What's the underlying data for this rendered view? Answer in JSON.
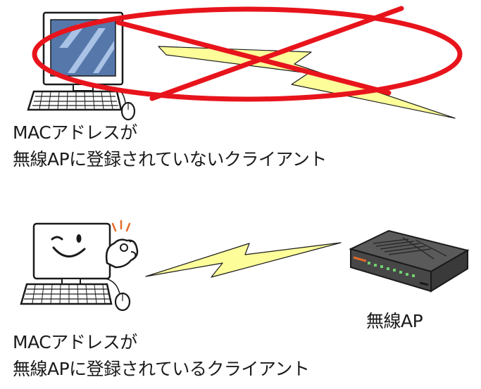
{
  "top_client": {
    "line1": "MACアドレスが",
    "line2": "無線APに登録されていないクライアント"
  },
  "bottom_client": {
    "line1": "MACアドレスが",
    "line2": "無線APに登録されているクライアント"
  },
  "access_point": {
    "label": "無線AP"
  },
  "colors": {
    "lightning": "#fdfd9a",
    "deny_mark": "#e8141c",
    "monitor_screen": "#5577aa",
    "outline": "#1a1a1a",
    "router_body": "#555555",
    "router_leds": "#6fd06f",
    "router_front": "#e46b2a"
  },
  "icons": {
    "top_computer": "desktop-computer-icon",
    "bottom_computer": "happy-computer-icon",
    "access_point": "wireless-router-icon"
  }
}
